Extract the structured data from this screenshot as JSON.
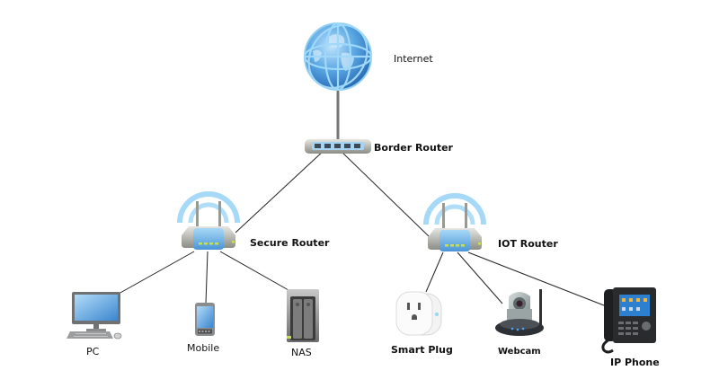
{
  "diagram": {
    "title": "",
    "nodes": [
      {
        "id": "internet",
        "label": "Internet",
        "icon": "globe-icon"
      },
      {
        "id": "border",
        "label": "Border Router",
        "icon": "switch-router-icon"
      },
      {
        "id": "secure",
        "label": "Secure Router",
        "icon": "wifi-router-icon"
      },
      {
        "id": "iot",
        "label": "IOT Router",
        "icon": "wifi-router-icon"
      },
      {
        "id": "pc",
        "label": "PC",
        "icon": "desktop-pc-icon"
      },
      {
        "id": "mobile",
        "label": "Mobile",
        "icon": "mobile-phone-icon"
      },
      {
        "id": "nas",
        "label": "NAS",
        "icon": "nas-storage-icon"
      },
      {
        "id": "plug",
        "label": "Smart Plug",
        "icon": "smart-plug-icon"
      },
      {
        "id": "webcam",
        "label": "Webcam",
        "icon": "webcam-icon"
      },
      {
        "id": "phone",
        "label": "IP Phone",
        "icon": "ip-phone-icon"
      }
    ],
    "edges": [
      {
        "from": "internet",
        "to": "border"
      },
      {
        "from": "border",
        "to": "secure"
      },
      {
        "from": "border",
        "to": "iot"
      },
      {
        "from": "secure",
        "to": "pc"
      },
      {
        "from": "secure",
        "to": "mobile"
      },
      {
        "from": "secure",
        "to": "nas"
      },
      {
        "from": "iot",
        "to": "plug"
      },
      {
        "from": "iot",
        "to": "webcam"
      },
      {
        "from": "iot",
        "to": "phone"
      }
    ],
    "colors": {
      "globe": "#4a90d9",
      "wifi_arcs": "#8fd0f5",
      "link": "#222222",
      "router_body": "#9a9a94",
      "router_led": "#c8e04a"
    }
  }
}
